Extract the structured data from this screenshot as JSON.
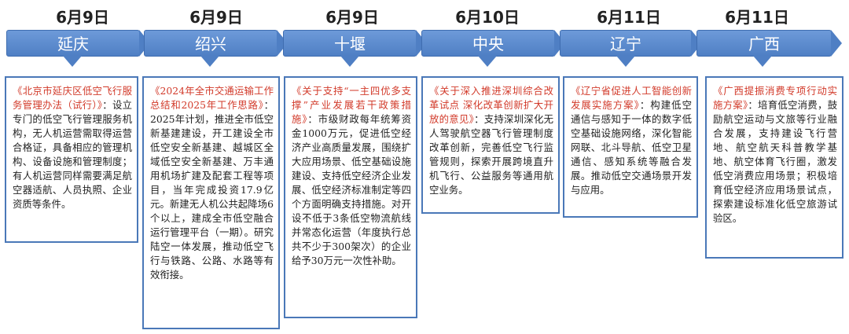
{
  "timeline": [
    {
      "date": "6月9日",
      "region": "延庆",
      "title": "《北京市延庆区低空飞行服务管理办法（试行）》",
      "body": "：设立专门的低空飞行管理服务机构，无人机运营需取得运营合格证，具备相应的管理机构、设备设施和管理制度；有人机运营同样需要满足航空器适航、人员执照、企业资质等条件。"
    },
    {
      "date": "6月9日",
      "region": "绍兴",
      "title": "《2024年全市交通运输工作总结和2025年工作思路》",
      "body": "：2025年计划，推进全市低空新基建建设，开工建设全市低空安全新基建、越城区全域低空安全新基建、万丰通用机场扩建及配套工程等项目，当年完成投资17.9亿元。新建无人机公共起降场6个以上，建成全市低空融合运行管理平台（一期）。研究陆空一体发展，推动低空飞行与铁路、公路、水路等有效衔接。"
    },
    {
      "date": "6月9日",
      "region": "十堰",
      "title": "《关于支持“一主四优多支撑”产业发展若干政策措施》",
      "body": "：市级财政每年统筹资金1000万元，促进低空经济产业高质量发展，围绕扩大应用场景、低空基础设施建设、支持低空经济企业发展、低空经济标准制定等四个方面明确支持措施。对开设不低于3条低空物流航线并常态化运营（年度执行总共不少于300架次）的企业给予30万元一次性补助。"
    },
    {
      "date": "6月10日",
      "region": "中央",
      "title": "《关于深入推进深圳综合改革试点 深化改革创新扩大开放的意见》",
      "body": "：支持深圳深化无人驾驶航空器飞行管理制度改革创新，完善低空飞行监管规则，探索开展跨境直升机飞行、公益服务等通用航空业务。"
    },
    {
      "date": "6月11日",
      "region": "辽宁",
      "title": "《辽宁省促进人工智能创新发展实施方案》",
      "body": "：构建低空通信与感知于一体的数字低空基础设施网络，深化智能网联、北斗导航、低空卫星通信、感知系统等融合发展。推动低空交通场景开发与应用。"
    },
    {
      "date": "6月11日",
      "region": "广西",
      "title": "《广西提振消费专项行动实施方案》",
      "body": "：培育低空消费，鼓励航空运动与文旅等行业融合发展，支持建设飞行营地、航空航天科普教学基地、航空体育飞行圈，激发低空消费应用场景；积极培育低空经济应用场景试点，探索建设标准化低空旅游试验区。"
    }
  ]
}
